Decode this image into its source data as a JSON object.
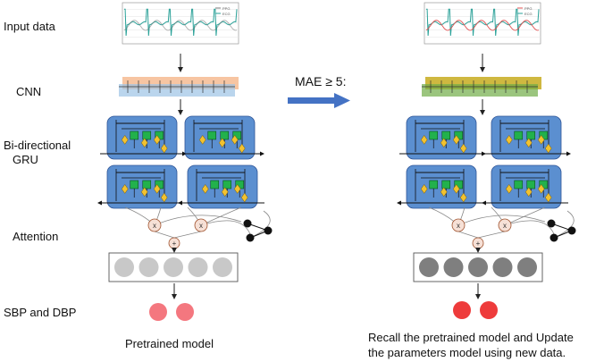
{
  "labels": {
    "input": "Input data",
    "cnn": "CNN",
    "gru_line1": "Bi-directional",
    "gru_line2": "GRU",
    "attention": "Attention",
    "output": "SBP and DBP"
  },
  "transition": {
    "condition": "MAE ≥ 5:"
  },
  "captions": {
    "left": "Pretrained model",
    "right_line1": "Recall the pretrained model and Update",
    "right_line2": "the parameters model using new data."
  },
  "signal_legends": {
    "left": [
      "PPG",
      "ECG"
    ],
    "right": [
      "PPG",
      "ECG"
    ]
  },
  "colors": {
    "gru_block": "#5b8fd0",
    "gru_cell": "#22b14c",
    "gate": "#f2c230",
    "node_fill": "#f6e0d6",
    "arrow": "#4472c4",
    "cnn_left_a": "#f4b183",
    "cnn_left_b": "#9dc3e6",
    "cnn_right_a": "#bfa000",
    "cnn_right_b": "#70ad47",
    "dense_left": "#c8c8c8",
    "dense_right": "#7f7f7f",
    "output_left": "#f4777f",
    "output_right": "#ee3b3b"
  }
}
